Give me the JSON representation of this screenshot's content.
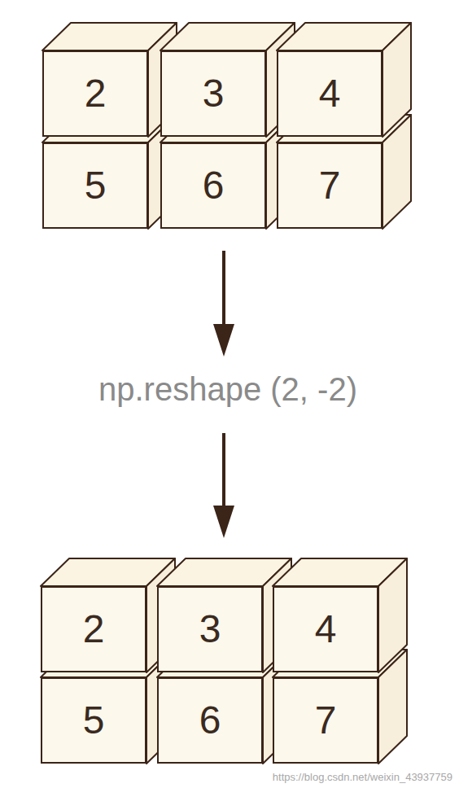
{
  "diagram": {
    "nodes": [
      {
        "text": [
          "2"
        ]
      },
      {
        "text": [
          "3"
        ]
      },
      {
        "text": [
          "4"
        ]
      },
      {
        "text": [
          "5"
        ]
      },
      {
        "text": [
          "6"
        ]
      },
      {
        "text": [
          "7"
        ]
      },
      {
        "text": [
          "2"
        ]
      },
      {
        "text": [
          "3"
        ]
      },
      {
        "text": [
          "4"
        ]
      },
      {
        "text": [
          "5"
        ]
      },
      {
        "text": [
          "6"
        ]
      },
      {
        "text": [
          "7"
        ]
      }
    ],
    "labels": [
      "np.reshape (2, -2)",
      "https://blog.csdn.net/weixin_43937759"
    ]
  }
}
